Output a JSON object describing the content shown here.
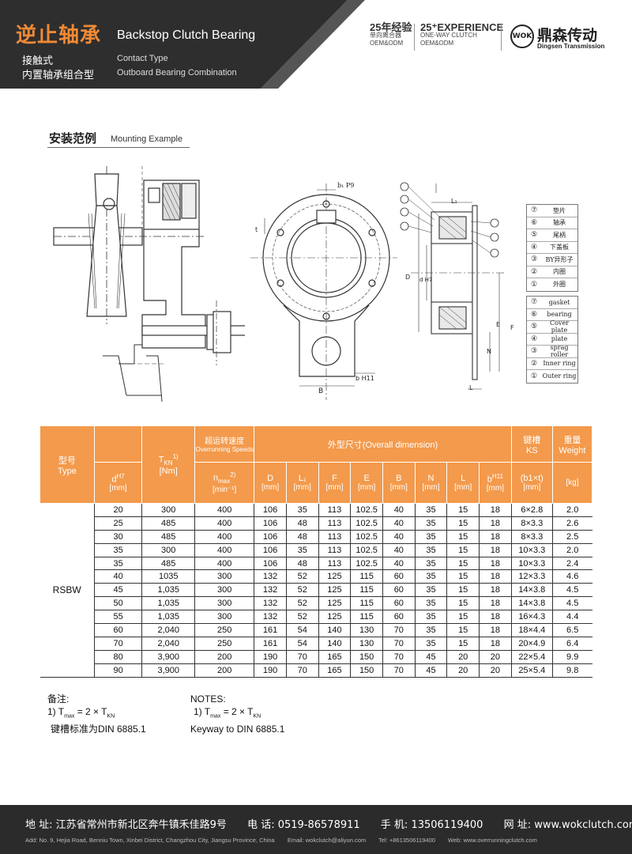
{
  "header": {
    "title_cn": "逆止轴承",
    "title_en": "Backstop Clutch Bearing",
    "sub1_cn": "接触式",
    "sub1_en": "Contact Type",
    "sub2_cn": "内置轴承组合型",
    "sub2_en": "Outboard Bearing Combination",
    "exp_cn_big": "25年经验",
    "exp_cn_line2": "单向离合器",
    "exp_cn_line3": "OEM&ODM",
    "exp_en_big": "25⁺EXPERIENCE",
    "exp_en_line2": "ONE-WAY CLUTCH",
    "exp_en_line3": "OEM&ODM",
    "logo_mark": "WOK",
    "logo_cn": "鼎森传动",
    "logo_en": "Dingsen Transmission"
  },
  "section": {
    "title_cn": "安装范例",
    "title_en": "Mounting Example"
  },
  "drawing_labels": {
    "keyway": "b₁ P9",
    "t": "t",
    "D": "D",
    "d": "d H7",
    "F": "F",
    "E": "E",
    "N": "N",
    "L1": "L₁",
    "L": "L",
    "B": "B",
    "b": "b H11"
  },
  "legend_cn": [
    {
      "num": "⑦",
      "text": "垫片"
    },
    {
      "num": "⑥",
      "text": "轴承"
    },
    {
      "num": "⑤",
      "text": "尾柄"
    },
    {
      "num": "④",
      "text": "下盖板"
    },
    {
      "num": "③",
      "text": "BY异形子"
    },
    {
      "num": "②",
      "text": "内圈"
    },
    {
      "num": "①",
      "text": "外圈"
    }
  ],
  "legend_en": [
    {
      "num": "⑦",
      "text": "gasket"
    },
    {
      "num": "⑥",
      "text": "bearing"
    },
    {
      "num": "⑤",
      "text": "Cover plate"
    },
    {
      "num": "④",
      "text": "plate"
    },
    {
      "num": "③",
      "text": "sprag roller"
    },
    {
      "num": "②",
      "text": "Inner ring"
    },
    {
      "num": "①",
      "text": "Outer ring"
    }
  ],
  "table": {
    "h_type_cn": "型号",
    "h_type_en": "Type",
    "h_d": "d",
    "h_d_sup": "H7",
    "h_d_unit": "[mm]",
    "h_tkn": "T",
    "h_tkn_sub": "KN",
    "h_tkn_sup": "1)",
    "h_tkn_unit": "[Nm]",
    "h_speed_cn": "超运转速度",
    "h_speed_en": "Overrunning Speeds",
    "h_nmax": "n",
    "h_nmax_sub": "max",
    "h_nmax_sup": "2)",
    "h_nmax_unit": "[min⁻¹]",
    "h_dim": "外型尺寸(Overall dimension)",
    "h_D": "D",
    "h_L1": "L₁",
    "h_F": "F",
    "h_E": "E",
    "h_B": "B",
    "h_N": "N",
    "h_L": "L",
    "h_b": "b",
    "h_b_sup": "H11",
    "h_mm": "[mm]",
    "h_key_cn": "键槽",
    "h_key_en": "KS",
    "h_key_sub": "(b1×t)",
    "h_key_unit": "[mm]",
    "h_weight_cn": "重量",
    "h_weight_en": "Weight",
    "h_weight_unit": "[kg]",
    "type_name": "RSBW",
    "rows": [
      [
        "20",
        "300",
        "400",
        "106",
        "35",
        "113",
        "102.5",
        "40",
        "35",
        "15",
        "18",
        "6×2.8",
        "2.0"
      ],
      [
        "25",
        "485",
        "400",
        "106",
        "48",
        "113",
        "102.5",
        "40",
        "35",
        "15",
        "18",
        "8×3.3",
        "2.6"
      ],
      [
        "30",
        "485",
        "400",
        "106",
        "48",
        "113",
        "102.5",
        "40",
        "35",
        "15",
        "18",
        "8×3.3",
        "2.5"
      ],
      [
        "35",
        "300",
        "400",
        "106",
        "35",
        "113",
        "102.5",
        "40",
        "35",
        "15",
        "18",
        "10×3.3",
        "2.0"
      ],
      [
        "35",
        "485",
        "400",
        "106",
        "48",
        "113",
        "102.5",
        "40",
        "35",
        "15",
        "18",
        "10×3.3",
        "2.4"
      ],
      [
        "40",
        "1035",
        "300",
        "132",
        "52",
        "125",
        "115",
        "60",
        "35",
        "15",
        "18",
        "12×3.3",
        "4.6"
      ],
      [
        "45",
        "1,035",
        "300",
        "132",
        "52",
        "125",
        "115",
        "60",
        "35",
        "15",
        "18",
        "14×3.8",
        "4.5"
      ],
      [
        "50",
        "1,035",
        "300",
        "132",
        "52",
        "125",
        "115",
        "60",
        "35",
        "15",
        "18",
        "14×3.8",
        "4.5"
      ],
      [
        "55",
        "1,035",
        "300",
        "132",
        "52",
        "125",
        "115",
        "60",
        "35",
        "15",
        "18",
        "16×4.3",
        "4.4"
      ],
      [
        "60",
        "2,040",
        "250",
        "161",
        "54",
        "140",
        "130",
        "70",
        "35",
        "15",
        "18",
        "18×4.4",
        "6.5"
      ],
      [
        "70",
        "2,040",
        "250",
        "161",
        "54",
        "140",
        "130",
        "70",
        "35",
        "15",
        "18",
        "20×4.9",
        "6.4"
      ],
      [
        "80",
        "3,900",
        "200",
        "190",
        "70",
        "165",
        "150",
        "70",
        "45",
        "20",
        "20",
        "22×5.4",
        "9.9"
      ],
      [
        "90",
        "3,900",
        "200",
        "190",
        "70",
        "165",
        "150",
        "70",
        "45",
        "20",
        "20",
        "25×5.4",
        "9.8"
      ]
    ]
  },
  "notes_cn": {
    "title": "备注:",
    "line1_prefix": "1) T",
    "line1_sub": "max",
    "line1_mid": " = 2 × T",
    "line1_sub2": "KN",
    "line2": "键槽标准为DIN 6885.1"
  },
  "notes_en": {
    "title": "NOTES:",
    "line1_prefix": "1) T",
    "line1_sub": "max",
    "line1_mid": " = 2 × T",
    "line1_sub2": "KN",
    "line2": "Keyway to DIN 6885.1"
  },
  "footer": {
    "address_cn": "地 址: 江苏省常州市新北区奔牛镇禾佳路9号",
    "phone_cn": "电 话: 0519-86578911",
    "mobile_cn": "手 机: 13506119400",
    "web_cn": "网 址: www.wokclutch.com",
    "address_en": "Add: No. 9, Hejia Road, Benniu Town, Xinbei District, Changzhou City, Jiangsu Province, China",
    "email_en": "Email: wokclutch@aliyun.com",
    "tel_en": "Tel: +8613506119400",
    "web_en": "Web: www.overrunningclutch.com"
  },
  "colors": {
    "accent_orange": "#f39a4c",
    "title_orange": "#f08a36",
    "header_dark": "#2b2b2b",
    "footer_dark": "#2b2b2b"
  }
}
